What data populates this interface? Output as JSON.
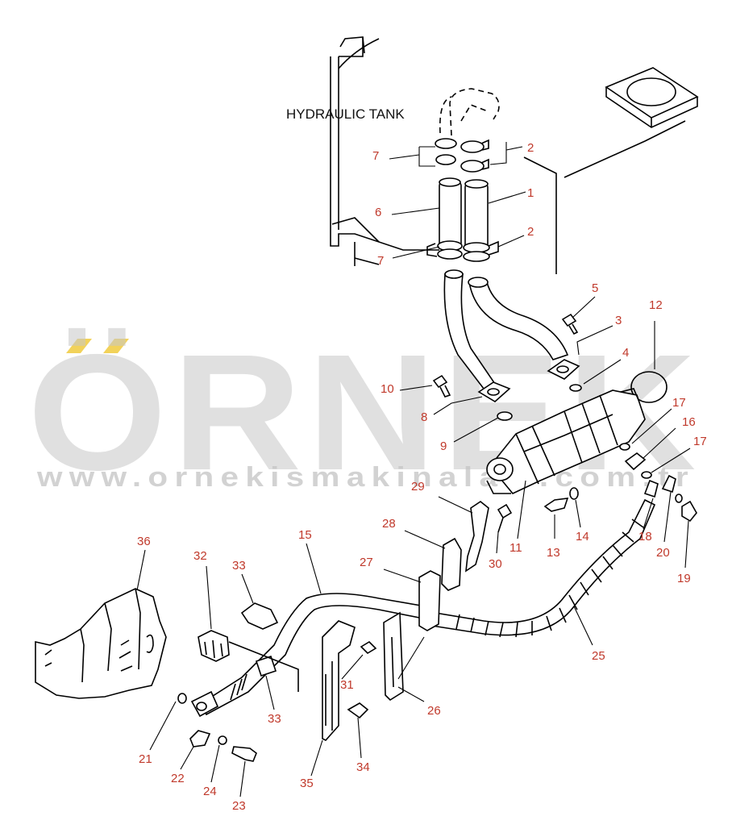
{
  "watermark": {
    "brand": "ÖRNEK",
    "url": "www.ornekismakinalari.com.tr",
    "accent_color": "#f2d25a",
    "gray_color": "#c8c8c8"
  },
  "diagram": {
    "label_color": "#c0392b",
    "tank_label": "HYDRAULIC TANK",
    "callouts": [
      {
        "id": "c7a",
        "text": "7"
      },
      {
        "id": "c2a",
        "text": "2"
      },
      {
        "id": "c6",
        "text": "6"
      },
      {
        "id": "c1",
        "text": "1"
      },
      {
        "id": "c7b",
        "text": "7"
      },
      {
        "id": "c2b",
        "text": "2"
      },
      {
        "id": "c5",
        "text": "5"
      },
      {
        "id": "c3",
        "text": "3"
      },
      {
        "id": "c12",
        "text": "12"
      },
      {
        "id": "c4",
        "text": "4"
      },
      {
        "id": "c10",
        "text": "10"
      },
      {
        "id": "c8",
        "text": "8"
      },
      {
        "id": "c9",
        "text": "9"
      },
      {
        "id": "c17a",
        "text": "17"
      },
      {
        "id": "c16",
        "text": "16"
      },
      {
        "id": "c17b",
        "text": "17"
      },
      {
        "id": "c29",
        "text": "29"
      },
      {
        "id": "c11",
        "text": "11"
      },
      {
        "id": "c13",
        "text": "13"
      },
      {
        "id": "c14",
        "text": "14"
      },
      {
        "id": "c18",
        "text": "18"
      },
      {
        "id": "c20",
        "text": "20"
      },
      {
        "id": "c19",
        "text": "19"
      },
      {
        "id": "c28",
        "text": "28"
      },
      {
        "id": "c30",
        "text": "30"
      },
      {
        "id": "c15",
        "text": "15"
      },
      {
        "id": "c36",
        "text": "36"
      },
      {
        "id": "c32",
        "text": "32"
      },
      {
        "id": "c33a",
        "text": "33"
      },
      {
        "id": "c27",
        "text": "27"
      },
      {
        "id": "c25",
        "text": "25"
      },
      {
        "id": "c31",
        "text": "31"
      },
      {
        "id": "c26",
        "text": "26"
      },
      {
        "id": "c33b",
        "text": "33"
      },
      {
        "id": "c21",
        "text": "21"
      },
      {
        "id": "c22",
        "text": "22"
      },
      {
        "id": "c24",
        "text": "24"
      },
      {
        "id": "c23",
        "text": "23"
      },
      {
        "id": "c35",
        "text": "35"
      },
      {
        "id": "c34",
        "text": "34"
      }
    ]
  }
}
